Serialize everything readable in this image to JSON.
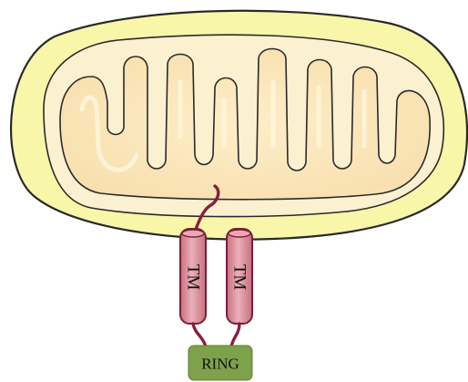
{
  "diagram": {
    "tm_labels": [
      "TM",
      "TM"
    ],
    "ring_label": "RING"
  },
  "colors": {
    "outer_membrane_fill": "#f8f6a8",
    "outer_membrane_stroke": "#2a2a2a",
    "inner_space_fill": "#fbf1d0",
    "matrix_fill": "#f9e3b0",
    "tm_fill": "#d88b96",
    "tm_stroke": "#7a1f3a",
    "linker_stroke": "#8a1d42",
    "ring_fill": "#7ea14c"
  },
  "icons": [
    "mitochondrion-icon",
    "transmembrane-helix-icon",
    "ring-domain-icon"
  ]
}
